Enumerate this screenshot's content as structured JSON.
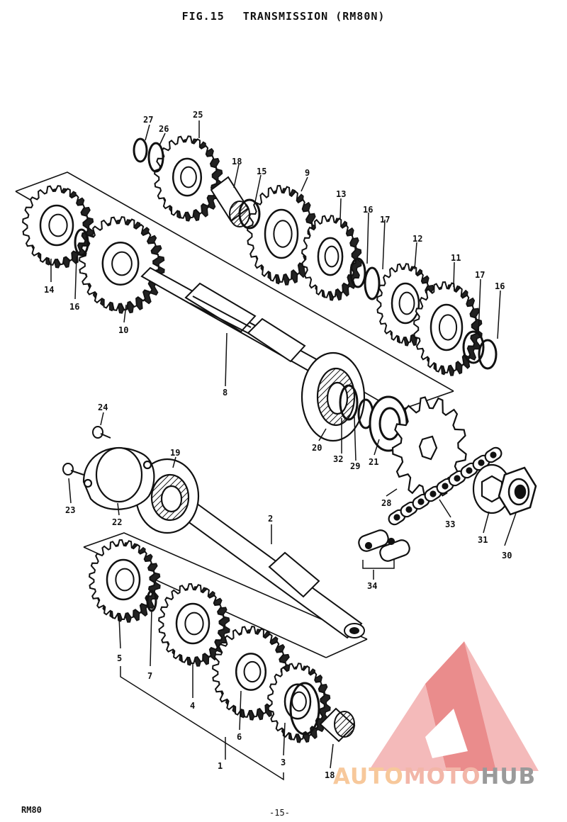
{
  "header": {
    "fig": "FIG.15",
    "title": "TRANSMISSION (RM80N)"
  },
  "parts": [
    {
      "id": "p1",
      "label": "1"
    },
    {
      "id": "p2",
      "label": "2"
    },
    {
      "id": "p3",
      "label": "3"
    },
    {
      "id": "p4",
      "label": "4"
    },
    {
      "id": "p5",
      "label": "5"
    },
    {
      "id": "p6",
      "label": "6"
    },
    {
      "id": "p7",
      "label": "7"
    },
    {
      "id": "p8",
      "label": "8"
    },
    {
      "id": "p9",
      "label": "9"
    },
    {
      "id": "p10",
      "label": "10"
    },
    {
      "id": "p11",
      "label": "11"
    },
    {
      "id": "p12",
      "label": "12"
    },
    {
      "id": "p13",
      "label": "13"
    },
    {
      "id": "p14",
      "label": "14"
    },
    {
      "id": "p15",
      "label": "15"
    },
    {
      "id": "p16a",
      "label": "16"
    },
    {
      "id": "p16b",
      "label": "16"
    },
    {
      "id": "p16c",
      "label": "16"
    },
    {
      "id": "p17a",
      "label": "17"
    },
    {
      "id": "p17b",
      "label": "17"
    },
    {
      "id": "p18a",
      "label": "18"
    },
    {
      "id": "p18b",
      "label": "18"
    },
    {
      "id": "p19",
      "label": "19"
    },
    {
      "id": "p20",
      "label": "20"
    },
    {
      "id": "p21",
      "label": "21"
    },
    {
      "id": "p22",
      "label": "22"
    },
    {
      "id": "p23",
      "label": "23"
    },
    {
      "id": "p24",
      "label": "24"
    },
    {
      "id": "p25",
      "label": "25"
    },
    {
      "id": "p26",
      "label": "26"
    },
    {
      "id": "p27",
      "label": "27"
    },
    {
      "id": "p28",
      "label": "28"
    },
    {
      "id": "p29",
      "label": "29"
    },
    {
      "id": "p30",
      "label": "30"
    },
    {
      "id": "p31",
      "label": "31"
    },
    {
      "id": "p32",
      "label": "32"
    },
    {
      "id": "p33",
      "label": "33"
    },
    {
      "id": "p34",
      "label": "34"
    }
  ],
  "footer": {
    "model": "RM80",
    "page": "-15-"
  },
  "watermark": {
    "part1": "AUTO",
    "part2": "MOTO",
    "part3": "HUB"
  },
  "colors": {
    "ink": "#111111",
    "logo_red": "#e88080",
    "logo_pink": "#f3b3b3"
  }
}
